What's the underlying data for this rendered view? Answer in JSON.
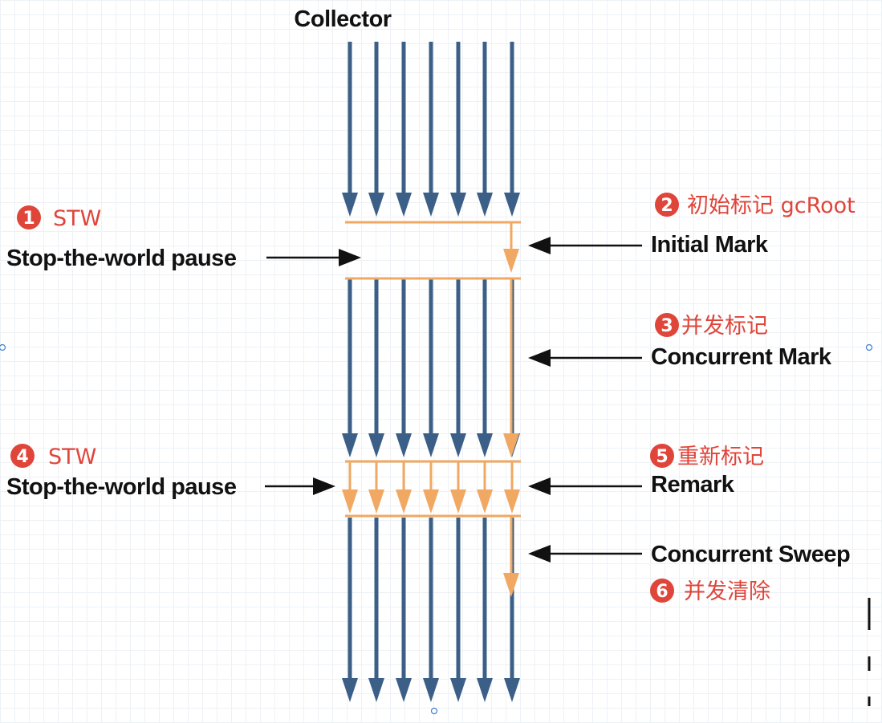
{
  "header": {
    "title": "Collector"
  },
  "left_labels": [
    {
      "badge": "①",
      "text": "STW",
      "pause_label": "Stop-the-world pause"
    },
    {
      "badge": "④",
      "text": "STW",
      "pause_label": "Stop-the-world pause"
    }
  ],
  "phases": [
    {
      "badge": "②",
      "cn": "初始标记 gcRoot",
      "en": "Initial Mark"
    },
    {
      "badge": "③",
      "cn": "并发标记",
      "en": "Concurrent Mark"
    },
    {
      "badge": "⑤",
      "cn": "重新标记",
      "en": "Remark"
    },
    {
      "badge": "⑥",
      "cn": "并发清除",
      "en": "Concurrent Sweep"
    }
  ],
  "colors": {
    "app_thread": "#3b5f86",
    "gc_thread": "#f0a862",
    "annotation_red": "#e0453a",
    "label_black": "#111111"
  }
}
